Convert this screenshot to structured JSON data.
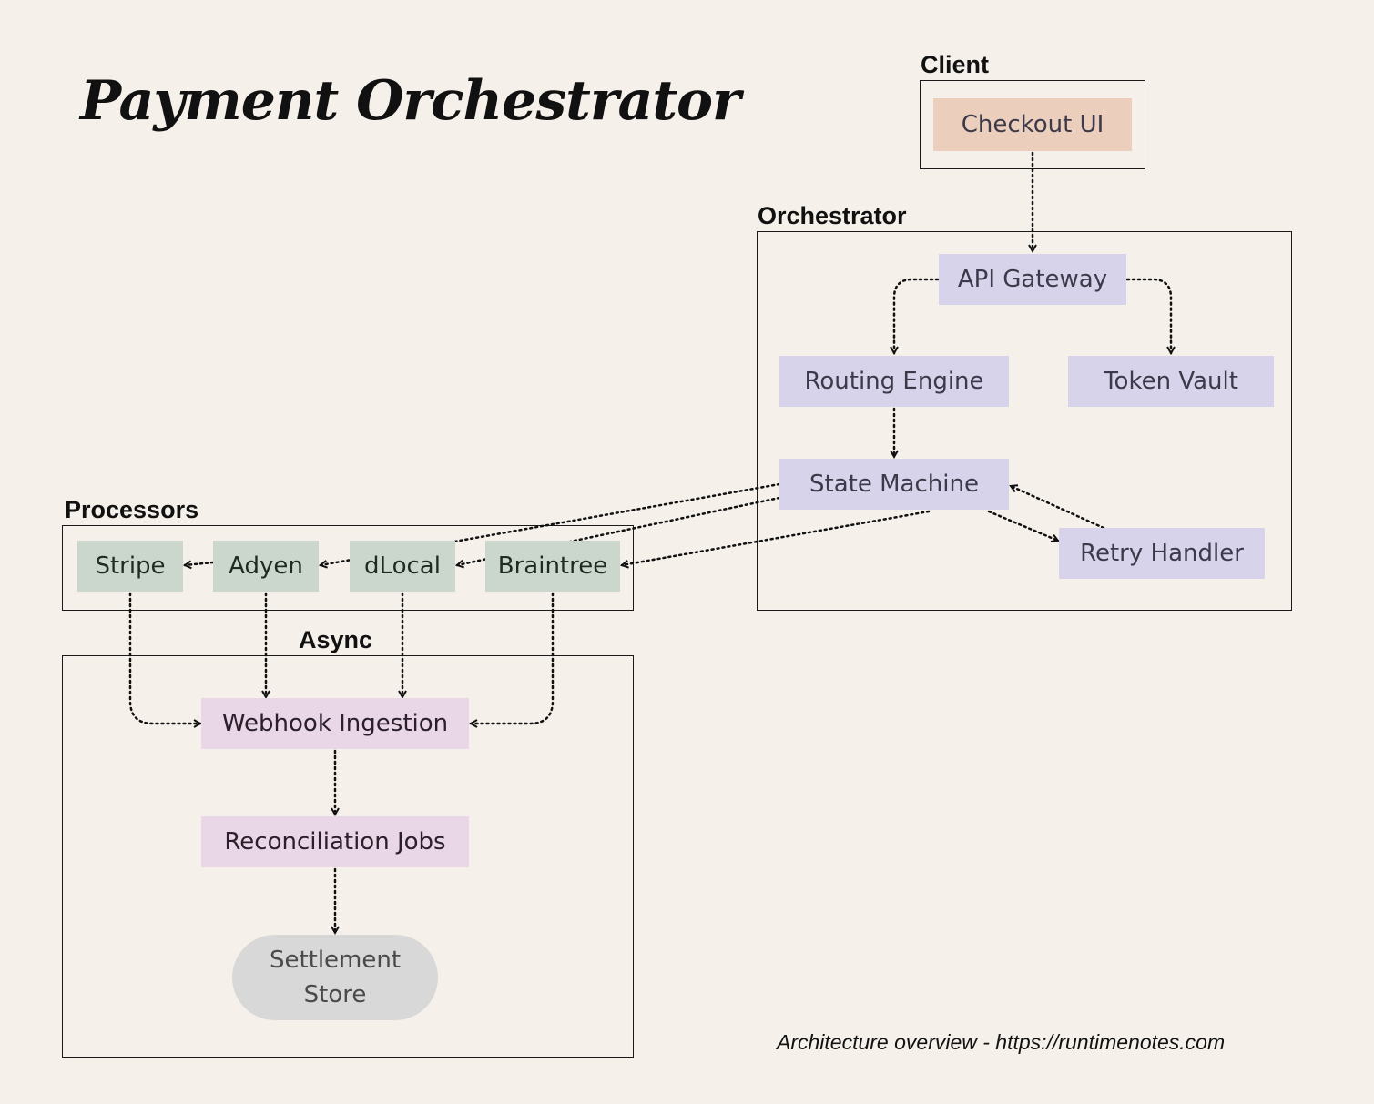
{
  "title": "Payment Orchestrator",
  "groups": {
    "client": "Client",
    "orchestrator": "Orchestrator",
    "processors": "Processors",
    "async": "Async"
  },
  "nodes": {
    "checkout_ui": "Checkout UI",
    "api_gateway": "API Gateway",
    "routing_engine": "Routing Engine",
    "token_vault": "Token Vault",
    "state_machine": "State Machine",
    "retry_handler": "Retry Handler",
    "stripe": "Stripe",
    "adyen": "Adyen",
    "dlocal": "dLocal",
    "braintree": "Braintree",
    "webhook_ingestion": "Webhook Ingestion",
    "reconciliation_jobs": "Reconciliation Jobs",
    "settlement_store": "Settlement Store"
  },
  "footer": "Architecture overview - https://runtimenotes.com",
  "colors": {
    "background": "#f5f0ea",
    "client_node": "#ebcfbc",
    "orchestrator_node": "#d7d3ea",
    "processor_node": "#cbd7cc",
    "async_node": "#e9d6e6",
    "store_node": "#d8d8d8",
    "edge": "#111111"
  },
  "edges": [
    {
      "from": "checkout_ui",
      "to": "api_gateway"
    },
    {
      "from": "api_gateway",
      "to": "routing_engine"
    },
    {
      "from": "api_gateway",
      "to": "token_vault"
    },
    {
      "from": "routing_engine",
      "to": "state_machine"
    },
    {
      "from": "state_machine",
      "to": "retry_handler"
    },
    {
      "from": "retry_handler",
      "to": "state_machine"
    },
    {
      "from": "state_machine",
      "to": "adyen"
    },
    {
      "from": "state_machine",
      "to": "dlocal"
    },
    {
      "from": "state_machine",
      "to": "braintree"
    },
    {
      "from": "adyen",
      "to": "stripe"
    },
    {
      "from": "stripe",
      "to": "webhook_ingestion"
    },
    {
      "from": "adyen",
      "to": "webhook_ingestion"
    },
    {
      "from": "dlocal",
      "to": "webhook_ingestion"
    },
    {
      "from": "braintree",
      "to": "webhook_ingestion"
    },
    {
      "from": "webhook_ingestion",
      "to": "reconciliation_jobs"
    },
    {
      "from": "reconciliation_jobs",
      "to": "settlement_store"
    }
  ]
}
